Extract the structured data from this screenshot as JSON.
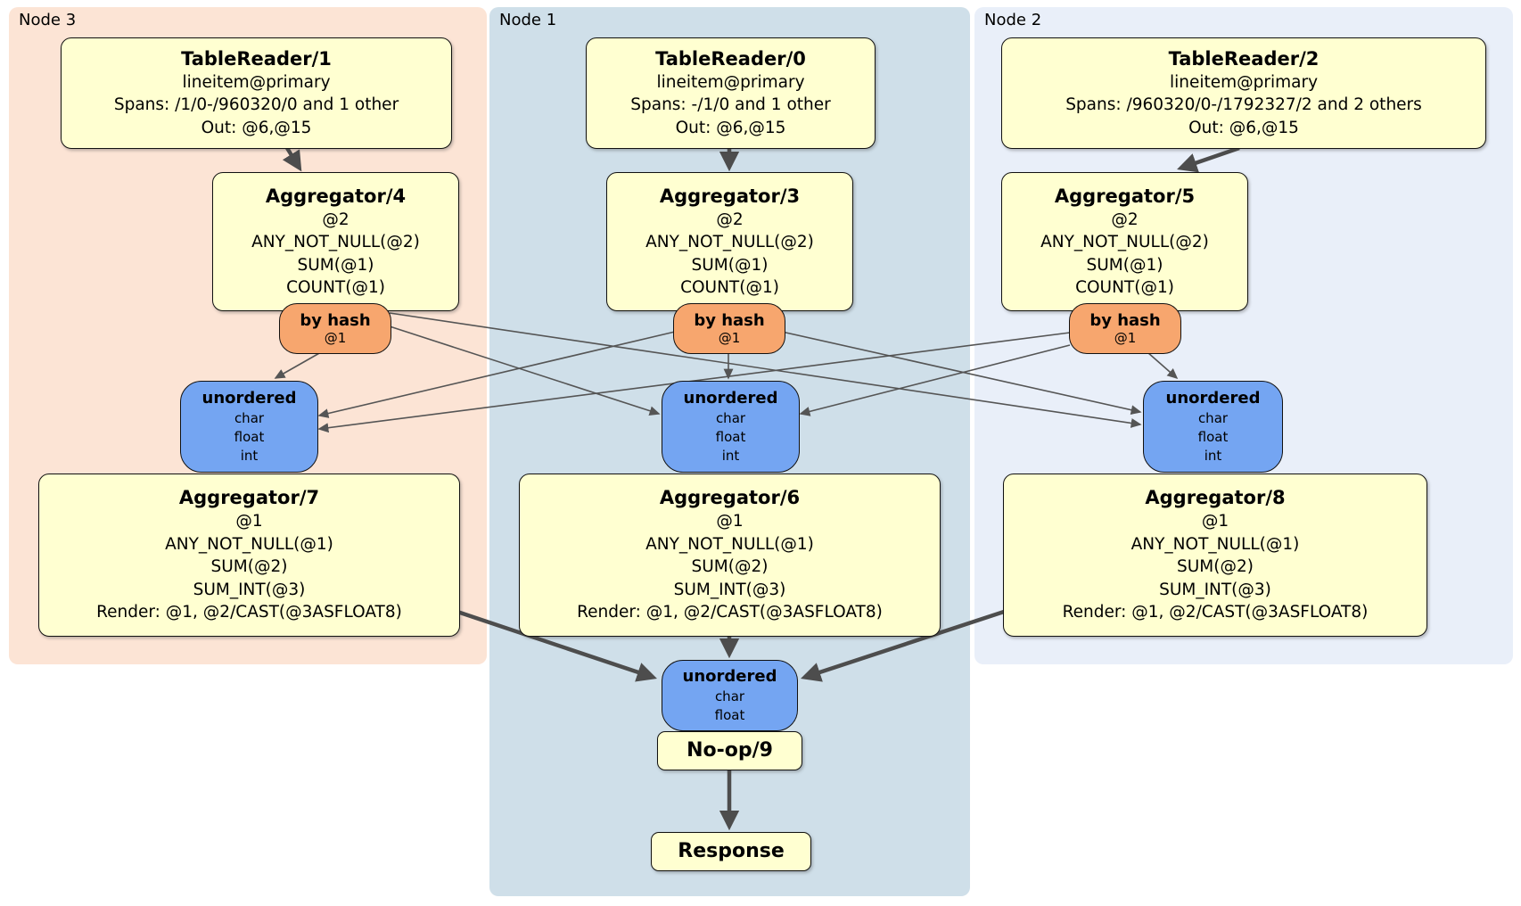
{
  "diagram": {
    "panels": [
      {
        "label": "Node 3"
      },
      {
        "label": "Node 1"
      },
      {
        "label": "Node 2"
      }
    ],
    "boxes": {
      "tr1": {
        "title": "TableReader/1",
        "lines": [
          "lineitem@primary",
          "Spans: /1/0-/960320/0 and 1 other",
          "Out: @6,@15"
        ]
      },
      "tr0": {
        "title": "TableReader/0",
        "lines": [
          "lineitem@primary",
          "Spans: -/1/0 and 1 other",
          "Out: @6,@15"
        ]
      },
      "tr2": {
        "title": "TableReader/2",
        "lines": [
          "lineitem@primary",
          "Spans: /960320/0-/1792327/2 and 2 others",
          "Out: @6,@15"
        ]
      },
      "agg4": {
        "title": "Aggregator/4",
        "lines": [
          "@2",
          "ANY_NOT_NULL(@2)",
          "SUM(@1)",
          "COUNT(@1)"
        ]
      },
      "agg3": {
        "title": "Aggregator/3",
        "lines": [
          "@2",
          "ANY_NOT_NULL(@2)",
          "SUM(@1)",
          "COUNT(@1)"
        ]
      },
      "agg5": {
        "title": "Aggregator/5",
        "lines": [
          "@2",
          "ANY_NOT_NULL(@2)",
          "SUM(@1)",
          "COUNT(@1)"
        ]
      },
      "agg7": {
        "title": "Aggregator/7",
        "lines": [
          "@1",
          "ANY_NOT_NULL(@1)",
          "SUM(@2)",
          "SUM_INT(@3)",
          "Render: @1, @2/CAST(@3ASFLOAT8)"
        ]
      },
      "agg6": {
        "title": "Aggregator/6",
        "lines": [
          "@1",
          "ANY_NOT_NULL(@1)",
          "SUM(@2)",
          "SUM_INT(@3)",
          "Render: @1, @2/CAST(@3ASFLOAT8)"
        ]
      },
      "agg8": {
        "title": "Aggregator/8",
        "lines": [
          "@1",
          "ANY_NOT_NULL(@1)",
          "SUM(@2)",
          "SUM_INT(@3)",
          "Render: @1, @2/CAST(@3ASFLOAT8)"
        ]
      },
      "noop": {
        "title": "No-op/9"
      },
      "response": {
        "title": "Response"
      }
    },
    "routers": {
      "hash3": {
        "title": "by hash",
        "detail": "@1"
      },
      "hash1": {
        "title": "by hash",
        "detail": "@1"
      },
      "hash2": {
        "title": "by hash",
        "detail": "@1"
      }
    },
    "syncs": {
      "un3": {
        "title": "unordered",
        "items": [
          "char",
          "float",
          "int"
        ]
      },
      "un1": {
        "title": "unordered",
        "items": [
          "char",
          "float",
          "int"
        ]
      },
      "un2": {
        "title": "unordered",
        "items": [
          "char",
          "float",
          "int"
        ]
      },
      "unFinal": {
        "title": "unordered",
        "items": [
          "char",
          "float"
        ]
      }
    },
    "colors": {
      "node3_bg": "#fce4d5",
      "node1_bg": "#cfdfe9",
      "node2_bg": "#e9eff9",
      "processor_bg": "#ffffd1",
      "router_bg": "#f7a66e",
      "sync_bg": "#74a5f2",
      "edge": "#4d4d4d"
    }
  }
}
